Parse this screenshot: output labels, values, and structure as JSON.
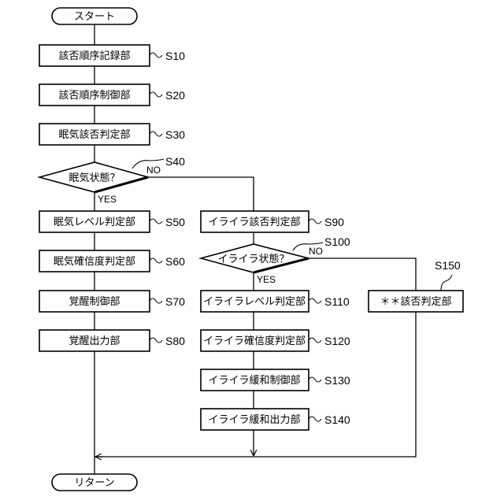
{
  "start_label": "スタート",
  "end_label": "リターン",
  "left": {
    "s10": {
      "label": "該否順序記録部",
      "step": "S10"
    },
    "s20": {
      "label": "該否順序制御部",
      "step": "S20"
    },
    "s30": {
      "label": "眠気該否判定部",
      "step": "S30"
    },
    "s40": {
      "label": "眠気状態？",
      "step": "S40",
      "no": "NO",
      "yes": "YES"
    },
    "s50": {
      "label": "眠気レベル判定部",
      "step": "S50"
    },
    "s60": {
      "label": "眠気確信度判定部",
      "step": "S60"
    },
    "s70": {
      "label": "覚醒制御部",
      "step": "S70"
    },
    "s80": {
      "label": "覚醒出力部",
      "step": "S80"
    }
  },
  "middle": {
    "s90": {
      "label": "イライラ該否判定部",
      "step": "S90"
    },
    "s100": {
      "label": "イライラ状態？",
      "step": "S100",
      "no": "NO",
      "yes": "YES"
    },
    "s110": {
      "label": "イライラレベル判定部",
      "step": "S110"
    },
    "s120": {
      "label": "イライラ確信度判定部",
      "step": "S120"
    },
    "s130": {
      "label": "イライラ緩和制御部",
      "step": "S130"
    },
    "s140": {
      "label": "イライラ緩和出力部",
      "step": "S140"
    }
  },
  "right": {
    "s150": {
      "label": "＊＊該否判定部",
      "step": "S150"
    }
  }
}
